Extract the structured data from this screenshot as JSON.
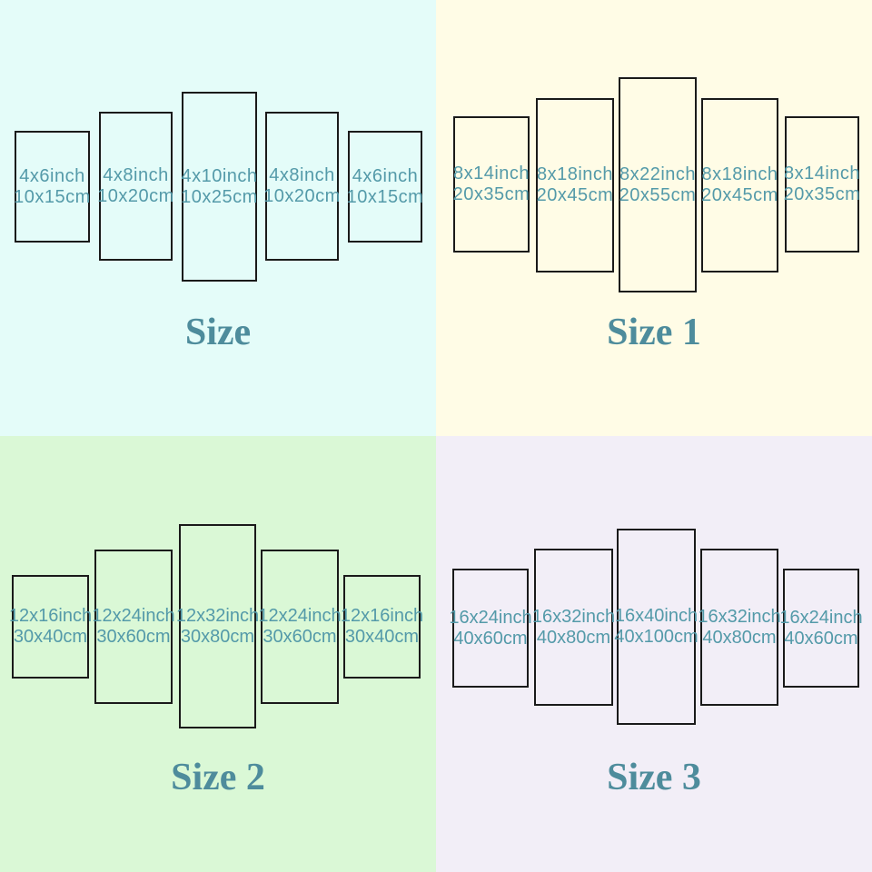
{
  "colors": {
    "label_text": "#549aa9",
    "title_text": "#4e8c9c",
    "panel_border": "#1a1a1a",
    "bg_top_left": "#e4fcf9",
    "bg_top_right": "#fffce6",
    "bg_bottom_left": "#daf8d6",
    "bg_bottom_right": "#f2eef7"
  },
  "quadrants": [
    {
      "title": "Size",
      "bg": "#e4fcf9",
      "panels": [
        {
          "inch": "4x6inch",
          "cm": "10x15cm"
        },
        {
          "inch": "4x8inch",
          "cm": "10x20cm"
        },
        {
          "inch": "4x10inch",
          "cm": "10x25cm"
        },
        {
          "inch": "4x8inch",
          "cm": "10x20cm"
        },
        {
          "inch": "4x6inch",
          "cm": "10x15cm"
        }
      ]
    },
    {
      "title": "Size 1",
      "bg": "#fffce6",
      "panels": [
        {
          "inch": "8x14inch",
          "cm": "20x35cm"
        },
        {
          "inch": "8x18inch",
          "cm": "20x45cm"
        },
        {
          "inch": "8x22inch",
          "cm": "20x55cm"
        },
        {
          "inch": "8x18inch",
          "cm": "20x45cm"
        },
        {
          "inch": "8x14inch",
          "cm": "20x35cm"
        }
      ]
    },
    {
      "title": "Size 2",
      "bg": "#daf8d6",
      "panels": [
        {
          "inch": "12x16inch",
          "cm": "30x40cm"
        },
        {
          "inch": "12x24inch",
          "cm": "30x60cm"
        },
        {
          "inch": "12x32inch",
          "cm": "30x80cm"
        },
        {
          "inch": "12x24inch",
          "cm": "30x60cm"
        },
        {
          "inch": "12x16inch",
          "cm": "30x40cm"
        }
      ]
    },
    {
      "title": "Size 3",
      "bg": "#f2eef7",
      "panels": [
        {
          "inch": "16x24inch",
          "cm": "40x60cm"
        },
        {
          "inch": "16x32inch",
          "cm": "40x80cm"
        },
        {
          "inch": "16x40inch",
          "cm": "40x100cm"
        },
        {
          "inch": "16x32inch",
          "cm": "40x80cm"
        },
        {
          "inch": "16x24inch",
          "cm": "40x60cm"
        }
      ]
    }
  ]
}
